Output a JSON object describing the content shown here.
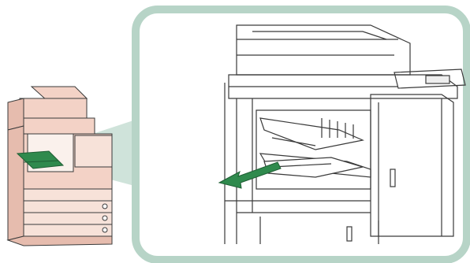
{
  "figure": {
    "kind": "illustration",
    "subject": "multifunction-printer-output-tray",
    "elements": [
      {
        "name": "printer-overview-drawing",
        "highlight": "output-tray"
      },
      {
        "name": "callout-zoom-panel"
      },
      {
        "name": "remove-paper-arrow",
        "direction": "left"
      }
    ]
  },
  "colors": {
    "accent_green": "#2f8a4d",
    "callout_fill": "#cfe3da",
    "callout_border": "#b7d4c7",
    "printer_body": "#f3d2c6",
    "printer_shade": "#e6bcae",
    "line": "#3a3a3a"
  }
}
